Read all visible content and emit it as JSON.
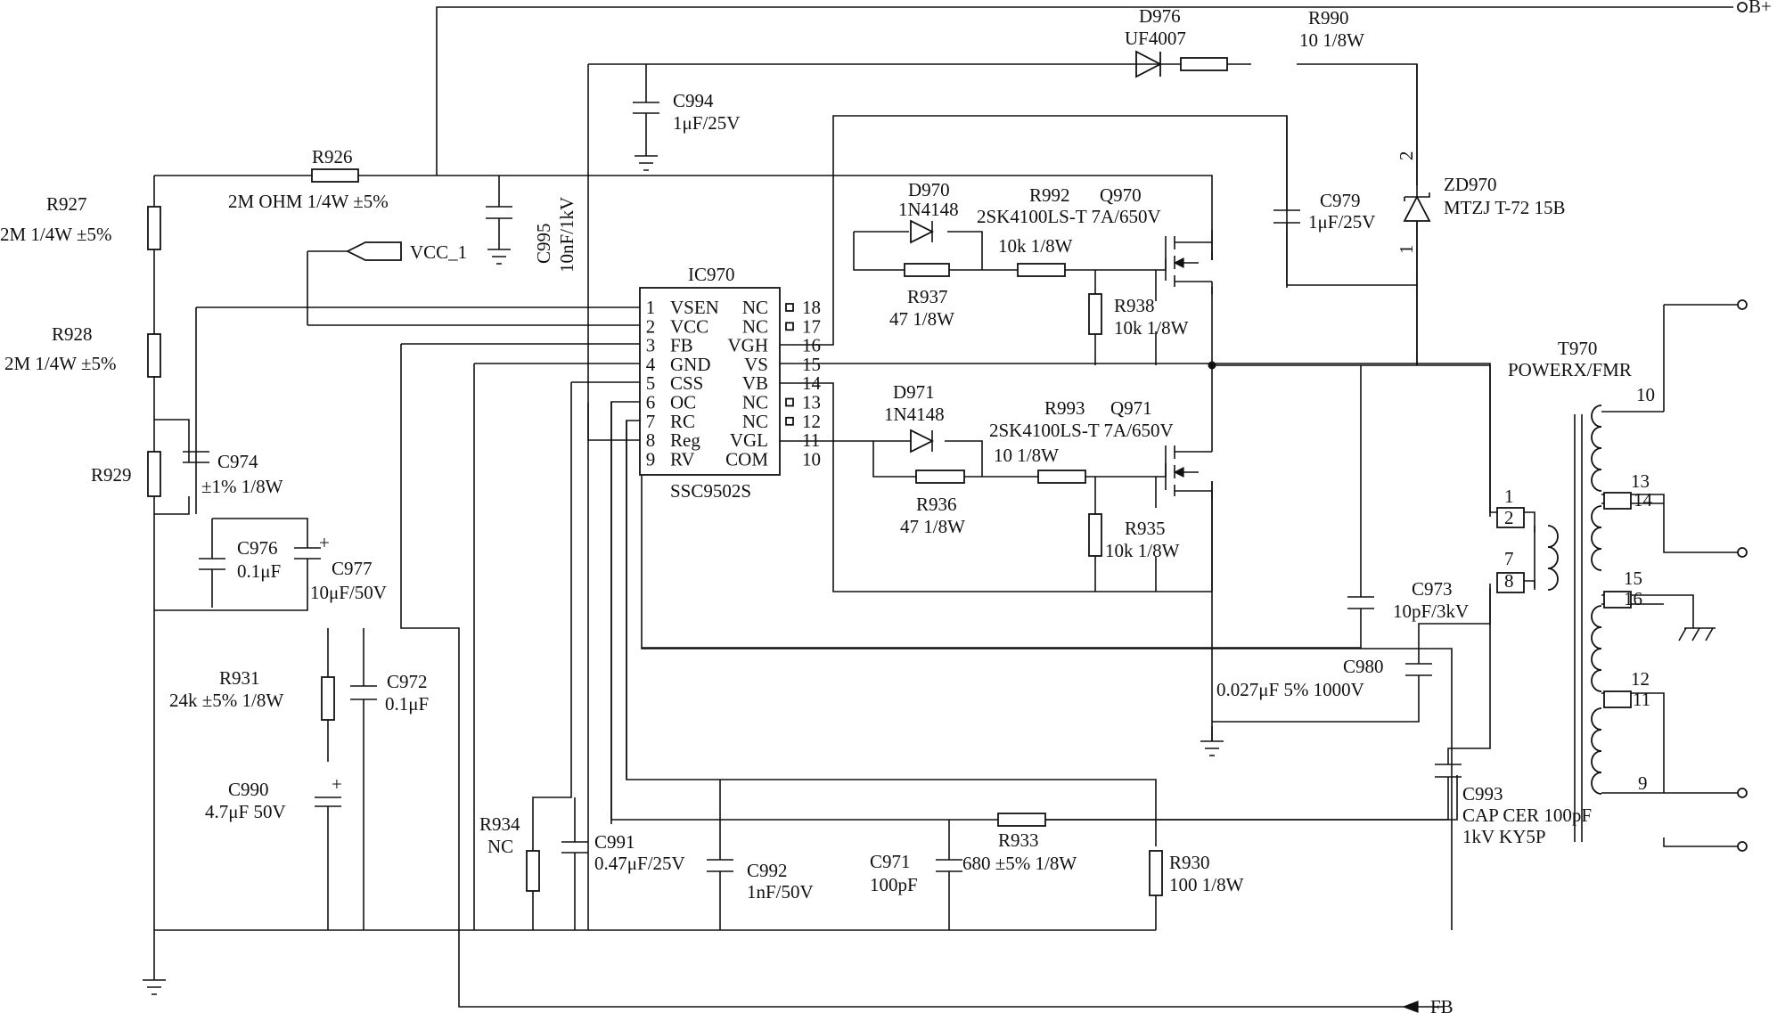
{
  "labels": {
    "bplus": "B+",
    "fb": "FB",
    "vcc1": "VCC_1",
    "r926_ref": "R926",
    "r926_val": "2M OHM 1/4W ±5%",
    "r927_ref": "R927",
    "r927_val": "2M 1/4W ±5%",
    "r928_ref": "R928",
    "r928_val": "2M 1/4W ±5%",
    "r929_ref": "R929",
    "c974_ref": "C974",
    "c974_val": "±1% 1/8W",
    "c976_ref": "C976",
    "c976_val": "0.1μF",
    "c977_ref": "C977",
    "c977_val": "10μF/50V",
    "c994_ref": "C994",
    "c994_val": "1μF/25V",
    "c995_ref": "C995",
    "c995_val": "10nF/1kV",
    "d976_ref": "D976",
    "d976_val": "UF4007",
    "r990_ref": "R990",
    "r990_val": "10 1/8W",
    "c979_ref": "C979",
    "c979_val": "1μF/25V",
    "zd970_ref": "ZD970",
    "zd970_val": "MTZJ T-72 15B",
    "zd970_pin2": "2",
    "zd970_pin1": "1",
    "d970_ref": "D970",
    "d970_val": "1N4148",
    "r992_ref": "R992",
    "r992_val": "10k 1/8W",
    "q970_ref": "Q970",
    "q970_val": "2SK4100LS-T 7A/650V",
    "r937_ref": "R937",
    "r937_val": "47 1/8W",
    "r938_ref": "R938",
    "r938_val": "10k 1/8W",
    "d971_ref": "D971",
    "d971_val": "1N4148",
    "r993_ref": "R993",
    "r993_val": "10 1/8W",
    "q971_ref": "Q971",
    "q971_val": "2SK4100LS-T 7A/650V",
    "r936_ref": "R936",
    "r936_val": "47 1/8W",
    "r935_ref": "R935",
    "r935_val": "10k 1/8W",
    "t970_ref": "T970",
    "t970_val": "POWERX/FMR",
    "c973_ref": "C973",
    "c973_val": "10pF/3kV",
    "c980_ref": "C980",
    "c980_val": "0.027μF 5% 1000V",
    "c993_ref": "C993",
    "c993_val1": "CAP CER 100pF",
    "c993_val2": "1kV KY5P",
    "r931_ref": "R931",
    "r931_val": "24k ±5% 1/8W",
    "c972_ref": "C972",
    "c972_val": "0.1μF",
    "c990_ref": "C990",
    "c990_val": "4.7μF 50V",
    "r934_ref": "R934",
    "r934_val": "NC",
    "c991_ref": "C991",
    "c991_val": "0.47μF/25V",
    "c992_ref": "C992",
    "c992_val": "1nF/50V",
    "c971_ref": "C971",
    "c971_val": "100pF",
    "r933_ref": "R933",
    "r933_val": "680 ±5% 1/8W",
    "r930_ref": "R930",
    "r930_val": "100 1/8W"
  },
  "ic": {
    "ref": "IC970",
    "part": "SSC9502S",
    "left_pins": [
      {
        "num": "1",
        "name": "VSEN"
      },
      {
        "num": "2",
        "name": "VCC"
      },
      {
        "num": "3",
        "name": "FB"
      },
      {
        "num": "4",
        "name": "GND"
      },
      {
        "num": "5",
        "name": "CSS"
      },
      {
        "num": "6",
        "name": "OC"
      },
      {
        "num": "7",
        "name": "RC"
      },
      {
        "num": "8",
        "name": "Reg"
      },
      {
        "num": "9",
        "name": "RV"
      }
    ],
    "right_pins": [
      {
        "num": "18",
        "name": "NC"
      },
      {
        "num": "17",
        "name": "NC"
      },
      {
        "num": "16",
        "name": "VGH"
      },
      {
        "num": "15",
        "name": "VS"
      },
      {
        "num": "14",
        "name": "VB"
      },
      {
        "num": "13",
        "name": "NC"
      },
      {
        "num": "12",
        "name": "NC"
      },
      {
        "num": "11",
        "name": "VGL"
      },
      {
        "num": "10",
        "name": "COM"
      }
    ]
  },
  "transformer_pins": [
    "10",
    "13",
    "14",
    "15",
    "16",
    "12",
    "11",
    "9",
    "1",
    "2",
    "7",
    "8"
  ]
}
